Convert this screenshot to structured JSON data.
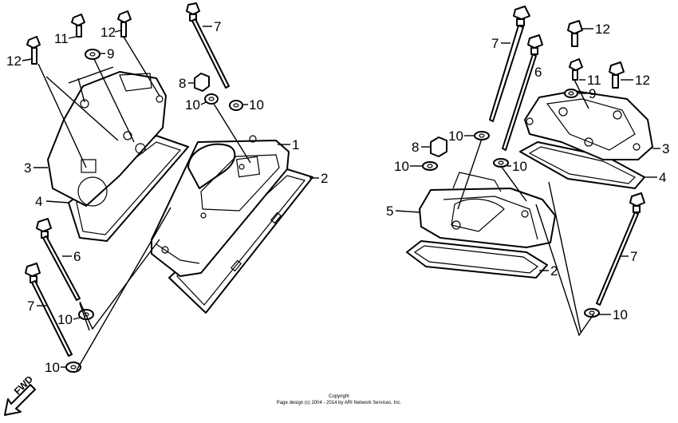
{
  "callouts": {
    "left": {
      "bolt_11": "11",
      "bolt_12_mid": "12",
      "bolt_12_left": "12",
      "washer_9": "9",
      "bolt_7_top": "7",
      "cap_8": "8",
      "washer_10_a": "10",
      "washer_10_b": "10",
      "head_cover_1": "1",
      "gasket_2": "2",
      "cover_3": "3",
      "gasket_4": "4",
      "bolt_6": "6",
      "bolt_7_low": "7",
      "washer_10_c": "10",
      "washer_10_d": "10"
    },
    "right": {
      "bolt_7_top": "7",
      "bolt_12_top": "12",
      "bolt_6": "6",
      "bolt_11": "11",
      "bolt_12_mid": "12",
      "washer_9": "9",
      "washer_10_a": "10",
      "cap_8": "8",
      "washer_10_b": "10",
      "washer_10_c": "10",
      "cover_3": "3",
      "gasket_4": "4",
      "head_cover_5": "5",
      "gasket_2": "2",
      "bolt_7_low": "7",
      "washer_10_d": "10"
    }
  },
  "direction_label": "FWD",
  "copyright": {
    "line1": "Copyright",
    "line2": "Page design (c) 2004 - 2014 by ARI Network Services, Inc."
  }
}
